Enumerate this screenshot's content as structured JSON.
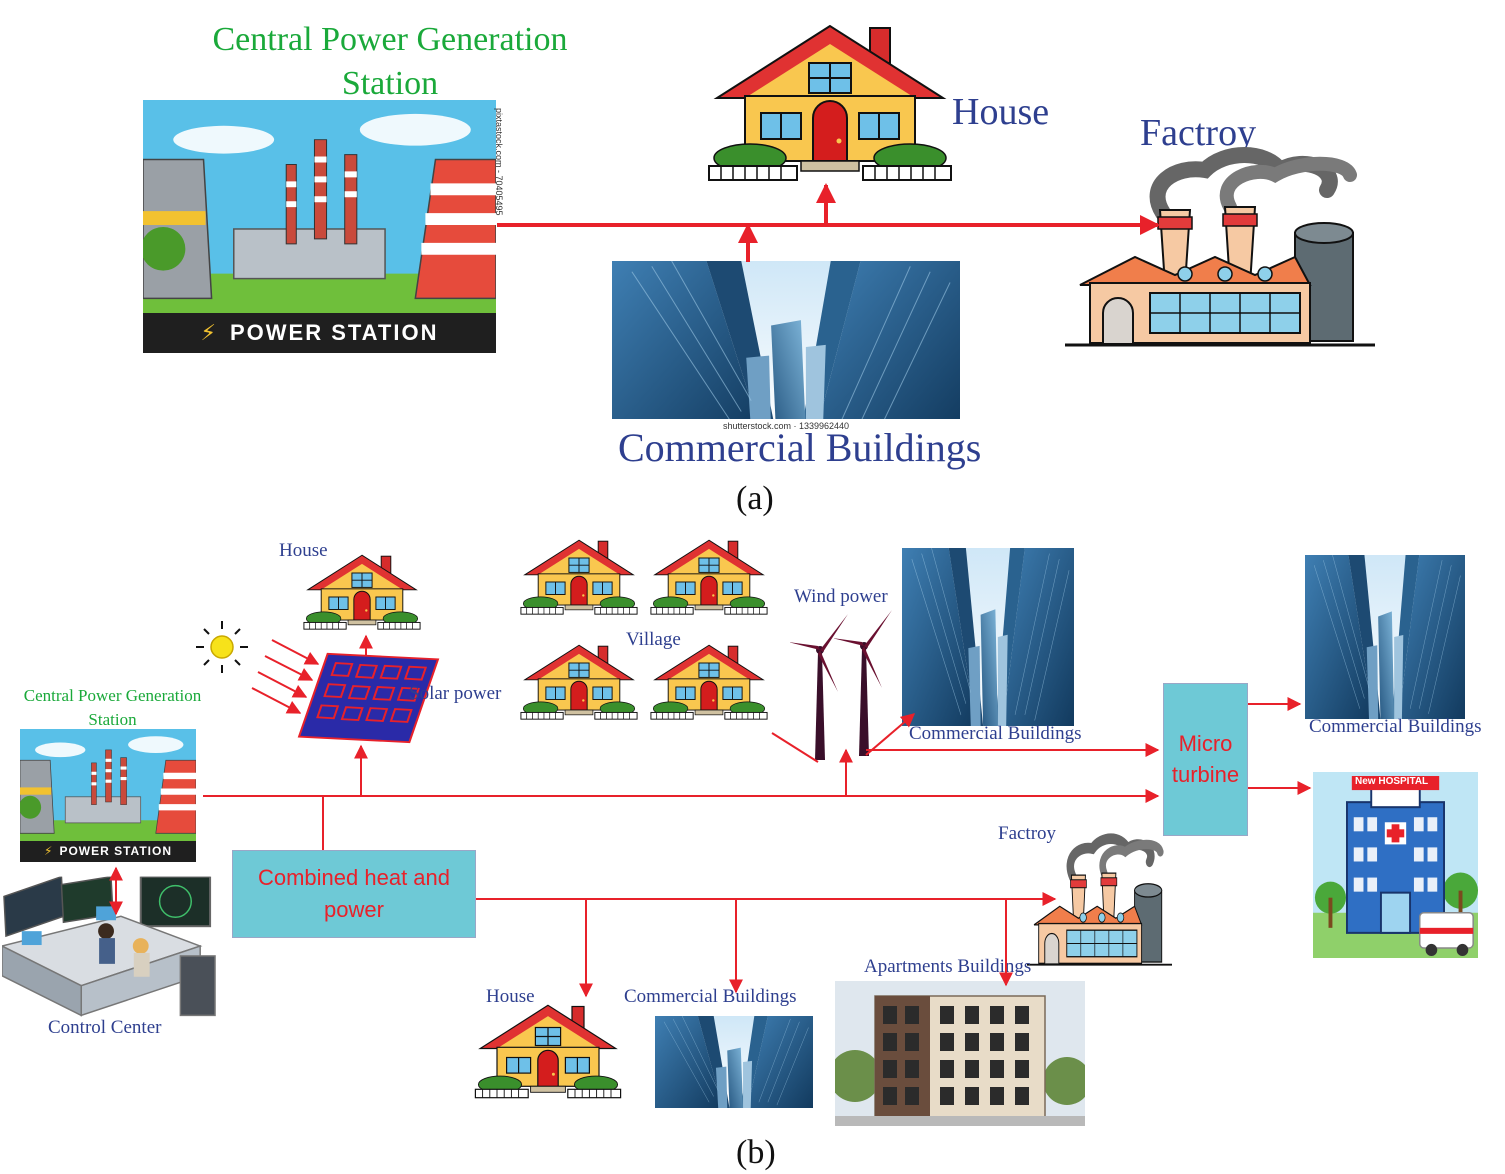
{
  "panel_a": {
    "station_label": "Central Power Generation\nStation",
    "house_label": "House",
    "factory_label": "Factroy",
    "commercial_label": "Commercial Buildings",
    "caption": "(a)",
    "power_station_banner": "POWER STATION",
    "station_watermark": "pixtastock.com - 70405495",
    "commercial_watermark": "shutterstock.com · 1339962440"
  },
  "panel_b": {
    "station_label": "Central Power Generation\nStation",
    "power_station_banner": "POWER STATION",
    "control_center_label": "Control Center",
    "house_top_label": "House",
    "solar_label": "Solar power",
    "village_label": "Village",
    "wind_label": "Wind power",
    "commercial_mid_label": "Commercial Buildings",
    "commercial_right_label": "Commercial Buildings",
    "micro_turbine_label": "Micro\nturbine",
    "chp_label": "Combined heat and\npower",
    "factory_label": "Factroy",
    "apartments_label": "Apartments Buildings",
    "house_bottom_label": "House",
    "commercial_bottom_label": "Commercial Buildings",
    "hospital_sign": "HOSPITAL",
    "hospital_sign_prefix": "New",
    "caption": "(b)"
  },
  "colors": {
    "wire": "#e8212a",
    "label_blue": "#2e3f8f",
    "label_green": "#1aa93a",
    "box_fill": "#6ec9d6"
  }
}
